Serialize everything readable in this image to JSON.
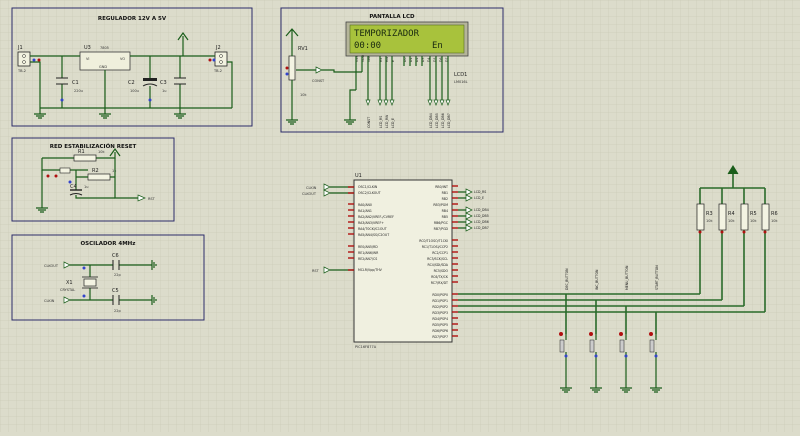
{
  "sections": {
    "regulator": "REGULADOR 12V A 5V",
    "lcd": "PANTALLA LCD",
    "reset": "RED ESTABILIZACIÓN RESET",
    "osc": "OSCILADOR 4MHz"
  },
  "regulator": {
    "j1": "J1",
    "j1_type": "TB-2",
    "j2": "J2",
    "j2_type": "TB-2",
    "u3": "U3",
    "u3_part": "7805",
    "vi": "VI",
    "vo": "VO",
    "gnd": "GND",
    "c1": "C1",
    "c1_val": "220u",
    "c2": "C2",
    "c2_val": "100u",
    "c3": "C3",
    "c3_val": "1u"
  },
  "lcd": {
    "rv1": "RV1",
    "rv1_val": "10k",
    "rv1_net": "CONST",
    "lcd1": "LCD1",
    "lcd1_part": "LM016L",
    "line1": "TEMPORIZADOR",
    "line2_left": "00:00",
    "line2_right": "En",
    "pins": [
      "VSS",
      "VDD",
      "VEE",
      "RS",
      "RW",
      "E",
      "D0",
      "D1",
      "D2",
      "D3",
      "D4",
      "D5",
      "D6",
      "D7"
    ],
    "nets": [
      "CONST",
      "LCD_RS",
      "LCD_RW",
      "LCD_E",
      "LCD_DB4",
      "LCD_DB5",
      "LCD_DB6",
      "LCD_DB7"
    ]
  },
  "reset": {
    "r1": "R1",
    "r1_val": "10k",
    "r2": "R2",
    "r2_val": "1k",
    "c4": "C4",
    "c4_val": "1u",
    "rst": "RST"
  },
  "osc": {
    "clkout": "CLKOUT",
    "clkin": "CLKIN",
    "x1": "X1",
    "x1_type": "CRYSTAL",
    "c6": "C6",
    "c6_val": "22p",
    "c5": "C5",
    "c5_val": "22p"
  },
  "mcu": {
    "u1": "U1",
    "part": "PIC16F877A",
    "left_pins": [
      "OSC1/CLKIN",
      "OSC2/CLKOUT",
      "",
      "RA0/AN0",
      "RA1/AN1",
      "RA2/AN2/VREF-/CVREF",
      "RA3/AN3/VREF+",
      "RA4/T0CKI/C1OUT",
      "RA5/AN4/SS/C2OUT",
      "",
      "RE0/AN5/RD",
      "RE1/AN6/WR",
      "RE2/AN7/CS",
      "",
      "MCLR/Vpp/THV"
    ],
    "right_pins_b": [
      "RB0/INT",
      "RB1",
      "RB2",
      "RB3/PGM",
      "RB4",
      "RB5",
      "RB6/PGC",
      "RB7/PGD"
    ],
    "right_pins_c": [
      "RC0/T1OSO/T1CKI",
      "RC1/T1OSI/CCP2",
      "RC2/CCP1",
      "RC3/SCK/SCL",
      "RC4/SDI/SDA",
      "RC5/SDO",
      "RC6/TX/CK",
      "RC7/RX/DT"
    ],
    "right_pins_d": [
      "RD0/PSP0",
      "RD1/PSP1",
      "RD2/PSP2",
      "RD3/PSP3",
      "RD4/PSP4",
      "RD5/PSP5",
      "RD6/PSP6",
      "RD7/PSP7"
    ],
    "clkin": "CLKIN",
    "clkout": "CLKOUT",
    "rst": "RST",
    "b_nets": [
      "LCD_RS",
      "LCD_E",
      "LCD_DB4",
      "LCD_DB5",
      "LCD_DB6",
      "LCD_DB7"
    ]
  },
  "buttons": {
    "r3": "R3",
    "r4": "R4",
    "r5": "R5",
    "r6": "R6",
    "r_val": "10k",
    "labels": [
      "DEC_BUTTON",
      "INC_BUTTON",
      "MENU_BUTTON",
      "START_BUTTON"
    ]
  }
}
